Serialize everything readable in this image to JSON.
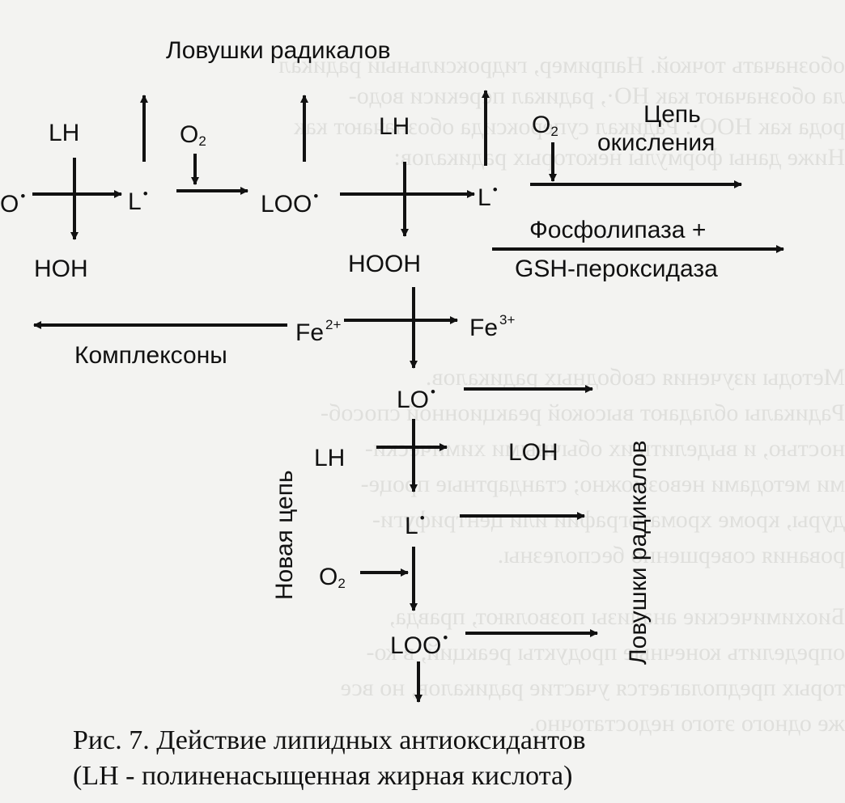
{
  "labels": {
    "top_traps": "Ловушки радикалов",
    "lh1": "LH",
    "o_left": "O",
    "hoh": "HOH",
    "l1": "L",
    "o2_1_main": "O",
    "o2_1_sub": "2",
    "loo1": "LOO",
    "lh2": "LH",
    "hooh": "HOOH",
    "o2_2_main": "O",
    "o2_2_sub": "2",
    "l2": "L",
    "chain_line1": "Цепь",
    "chain_line2": "окисления",
    "phospholipase": "Фосфолипаза +",
    "gsh": "GSH-пероксидаза",
    "fe2_main": "Fe",
    "fe2_sup": "2+",
    "fe3_main": "Fe",
    "fe3_sup": "3+",
    "complexones": "Комплексоны",
    "lo": "LO",
    "lh3": "LH",
    "loh": "LOH",
    "l3": "L",
    "o2_3_main": "O",
    "o2_3_sub": "2",
    "loo2": "LOO",
    "new_chain": "Новая цепь",
    "side_traps": "Ловушки радикалов",
    "radical_dot": "•"
  },
  "caption": {
    "line1": "Рис. 7. Действие липидных антиоксидантов",
    "line2": "(LH - полиненасыщенная жирная кислота)"
  },
  "bleed_lines": [
    "обозначать точкой. Например, гидроксильный радикал",
    "ла обозначают как HO·, радикал перекиси водо-",
    "рода как HOO·. Радикал супероксида обозначают как",
    "Ниже даны формулы некоторых радикалов:",
    "Методы изучения свободных радикалов.",
    "Радикалы обладают высокой реакционной способ-",
    "ностью, и выделить их обычными химически-",
    "ми методами невозможно; стандартные проце-",
    "дуры, кроме хроматографии или центрифуги-",
    "рования совершенно бесполезны.",
    "Биохимические анализы позволяют, правда,",
    "определить конечные продукты реакций, в ко-",
    "торых предполагается участие радикалов, но все",
    "же одного этого недостаточно."
  ]
}
